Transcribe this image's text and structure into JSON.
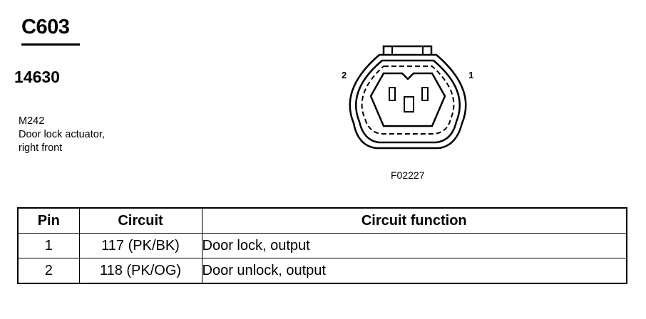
{
  "connector": {
    "id": "C603",
    "part_number": "14630"
  },
  "component": {
    "code": "M242",
    "line1": "Door lock actuator,",
    "line2": "right front"
  },
  "figure": {
    "pin_left": "2",
    "pin_right": "1",
    "code": "F02227"
  },
  "table": {
    "headers": {
      "pin": "Pin",
      "circuit": "Circuit",
      "function": "Circuit function"
    },
    "rows": [
      {
        "pin": "1",
        "circuit": "117 (PK/BK)",
        "function": "Door lock, output"
      },
      {
        "pin": "2",
        "circuit": "118 (PK/OG)",
        "function": "Door unlock, output"
      }
    ]
  }
}
